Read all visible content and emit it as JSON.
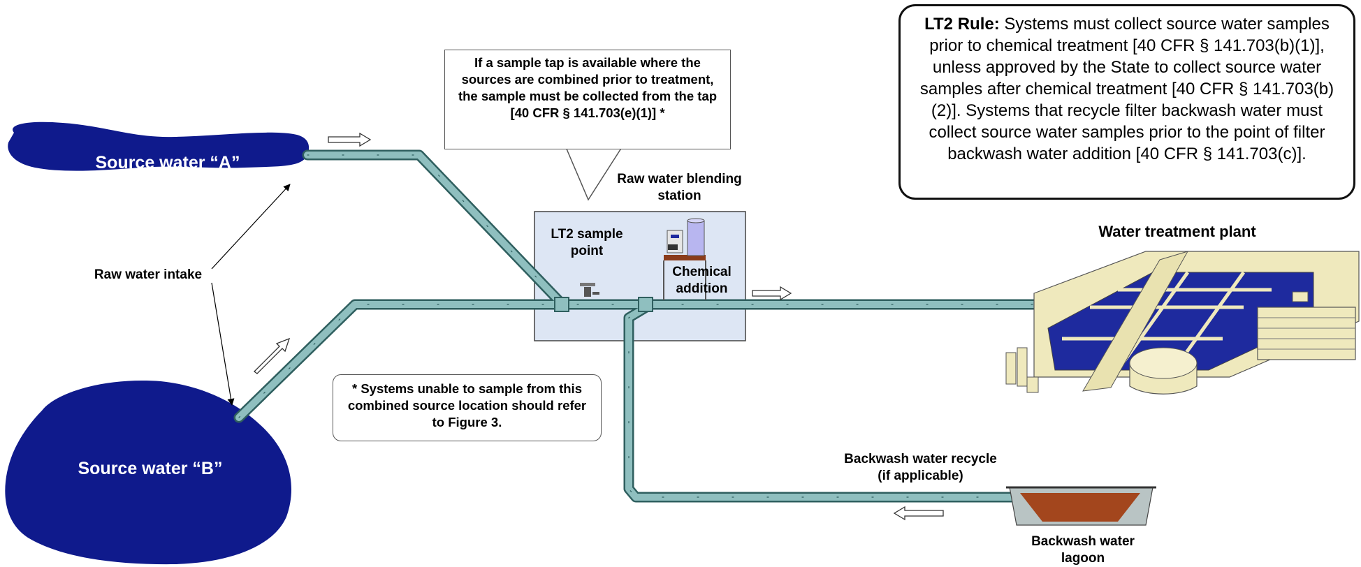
{
  "sources": {
    "a_label": "Source water “A”",
    "b_label": "Source water “B”"
  },
  "labels": {
    "raw_water_intake": "Raw water intake",
    "blending_station": "Raw water blending station",
    "lt2_sample_point": "LT2 sample point",
    "chemical_addition": "Chemical addition",
    "water_treatment_plant": "Water treatment plant",
    "backwash_recycle": "Backwash water recycle (if applicable)",
    "backwash_lagoon": "Backwash water lagoon"
  },
  "callouts": {
    "sample_tap": "If a sample tap is available where the sources are combined prior to treatment, the sample must be collected from the tap [40 CFR § 141.703(e)(1)] *",
    "footnote": "* Systems unable to sample from this combined source location should refer to Figure 3."
  },
  "rule": {
    "heading": "LT2 Rule:",
    "text": "Systems must collect source water samples prior to chemical treatment [40 CFR § 141.703(b)(1)], unless approved by the State to collect source water samples after chemical treatment [40 CFR § 141.703(b)(2)]. Systems that recycle filter backwash water must collect source water samples prior to the point of filter backwash water addition [40 CFR § 141.703(c)]."
  },
  "colors": {
    "water": "#0f1a8c",
    "pipe_fill": "#8fbfbf",
    "pipe_stroke": "#2f5f5f",
    "station_fill": "#dde6f4",
    "plant_fill": "#efe9bd",
    "plant_panel": "#1e2a9e",
    "lagoon_mud": "#a3461d"
  }
}
